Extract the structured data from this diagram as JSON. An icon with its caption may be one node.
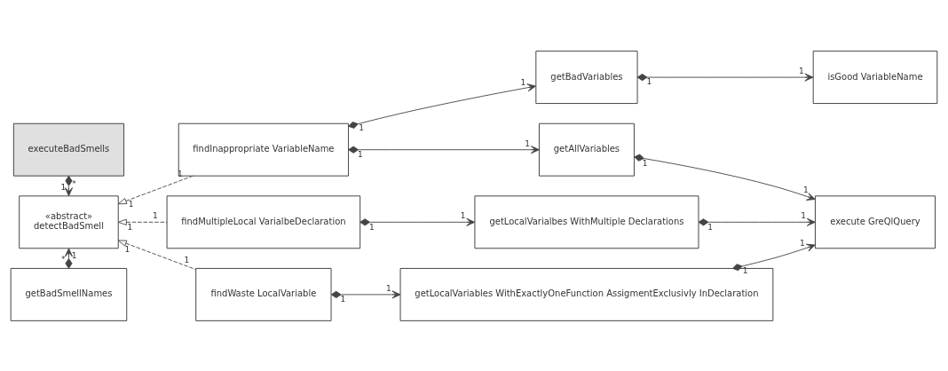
{
  "diagram": {
    "nodes": [
      {
        "text": [
          "executeBadSmells"
        ]
      },
      {
        "text": [
          "«abstract»",
          "detectBadSmell"
        ]
      },
      {
        "text": [
          "getBadSmellNames"
        ]
      },
      {
        "text": [
          "findInappropriate VariableName"
        ]
      },
      {
        "text": [
          "findMultipleLocal VarialbeDeclaration"
        ]
      },
      {
        "text": [
          "findWaste LocalVariable"
        ]
      },
      {
        "text": [
          "getBadVariables"
        ]
      },
      {
        "text": [
          "getAllVariables"
        ]
      },
      {
        "text": [
          "getLocalVarialbes WithMultiple Declarations"
        ]
      },
      {
        "text": [
          "getLocalVariables WithExactlyOneFunction AssigmentExclusivly InDeclaration"
        ]
      },
      {
        "text": [
          "isGood VariableName"
        ]
      },
      {
        "text": [
          "execute GreQlQuery"
        ]
      }
    ],
    "edges": [
      {
        "from": 0,
        "to": 1,
        "arrow": "to"
      },
      {
        "from": 2,
        "to": 1,
        "arrow": "to"
      },
      {
        "from": 3,
        "to": 1,
        "arrow": "to",
        "style": "dashed"
      },
      {
        "from": 4,
        "to": 1,
        "arrow": "to",
        "style": "dashed"
      },
      {
        "from": 5,
        "to": 1,
        "arrow": "to",
        "style": "dashed"
      },
      {
        "from": 3,
        "to": 6,
        "arrow": "to"
      },
      {
        "from": 3,
        "to": 7,
        "arrow": "to"
      },
      {
        "from": 4,
        "to": 8,
        "arrow": "to"
      },
      {
        "from": 5,
        "to": 9,
        "arrow": "to"
      },
      {
        "from": 6,
        "to": 10,
        "arrow": "to"
      },
      {
        "from": 7,
        "to": 11,
        "arrow": "to"
      },
      {
        "from": 8,
        "to": 11,
        "arrow": "to"
      },
      {
        "from": 9,
        "to": 11,
        "arrow": "to"
      }
    ],
    "labels": [
      "1",
      "*",
      "1",
      "*",
      "1",
      "1",
      "1",
      "1",
      "1",
      "1",
      "1",
      "1",
      "1",
      "1",
      "1",
      "1",
      "1",
      "1",
      "1",
      "1",
      "1",
      "1",
      "1",
      "1",
      "1",
      "1"
    ]
  }
}
